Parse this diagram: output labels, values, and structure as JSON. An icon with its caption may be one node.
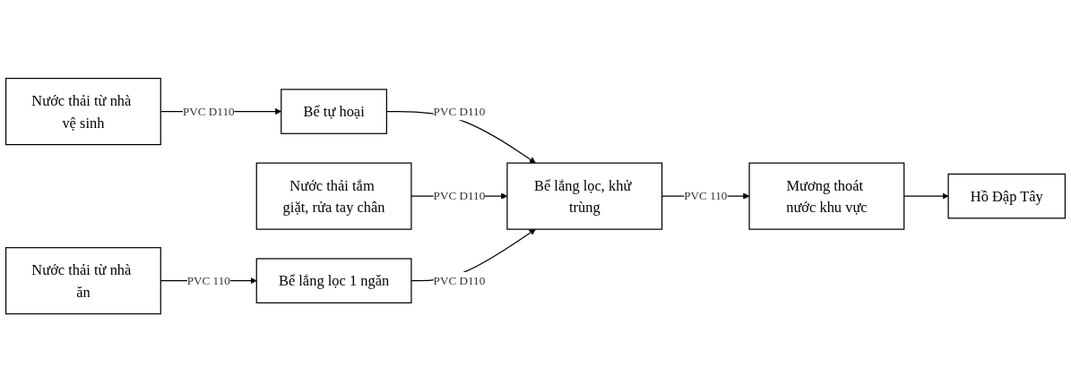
{
  "diagram": {
    "nodes": [
      {
        "text": [
          "Nước thải từ nhà vệ sinh"
        ]
      },
      {
        "text": [
          "Bể tự hoại"
        ]
      },
      {
        "text": [
          "Nước thải tắm giặt, rửa tay chân"
        ]
      },
      {
        "text": [
          "Bể lắng lọc, khử trùng"
        ]
      },
      {
        "text": [
          "Mương thoát nước khu vực"
        ]
      },
      {
        "text": [
          "Hồ Đập Tây"
        ]
      },
      {
        "text": [
          "Nước thải từ nhà ăn"
        ]
      },
      {
        "text": [
          "Bể lắng lọc 1 ngăn"
        ]
      }
    ],
    "edges": [
      {
        "from": 0,
        "to": 1,
        "arrow": "to",
        "label": "PVC D110"
      },
      {
        "from": 1,
        "to": 3,
        "arrow": "to",
        "label": "PVC D110"
      },
      {
        "from": 2,
        "to": 3,
        "arrow": "to",
        "label": "PVC D110"
      },
      {
        "from": 3,
        "to": 4,
        "arrow": "to",
        "label": "PVC 110"
      },
      {
        "from": 4,
        "to": 5,
        "arrow": "to"
      },
      {
        "from": 6,
        "to": 7,
        "arrow": "to",
        "label": "PVC 110"
      },
      {
        "from": 7,
        "to": 3,
        "arrow": "to",
        "label": "PVC D110"
      }
    ]
  }
}
